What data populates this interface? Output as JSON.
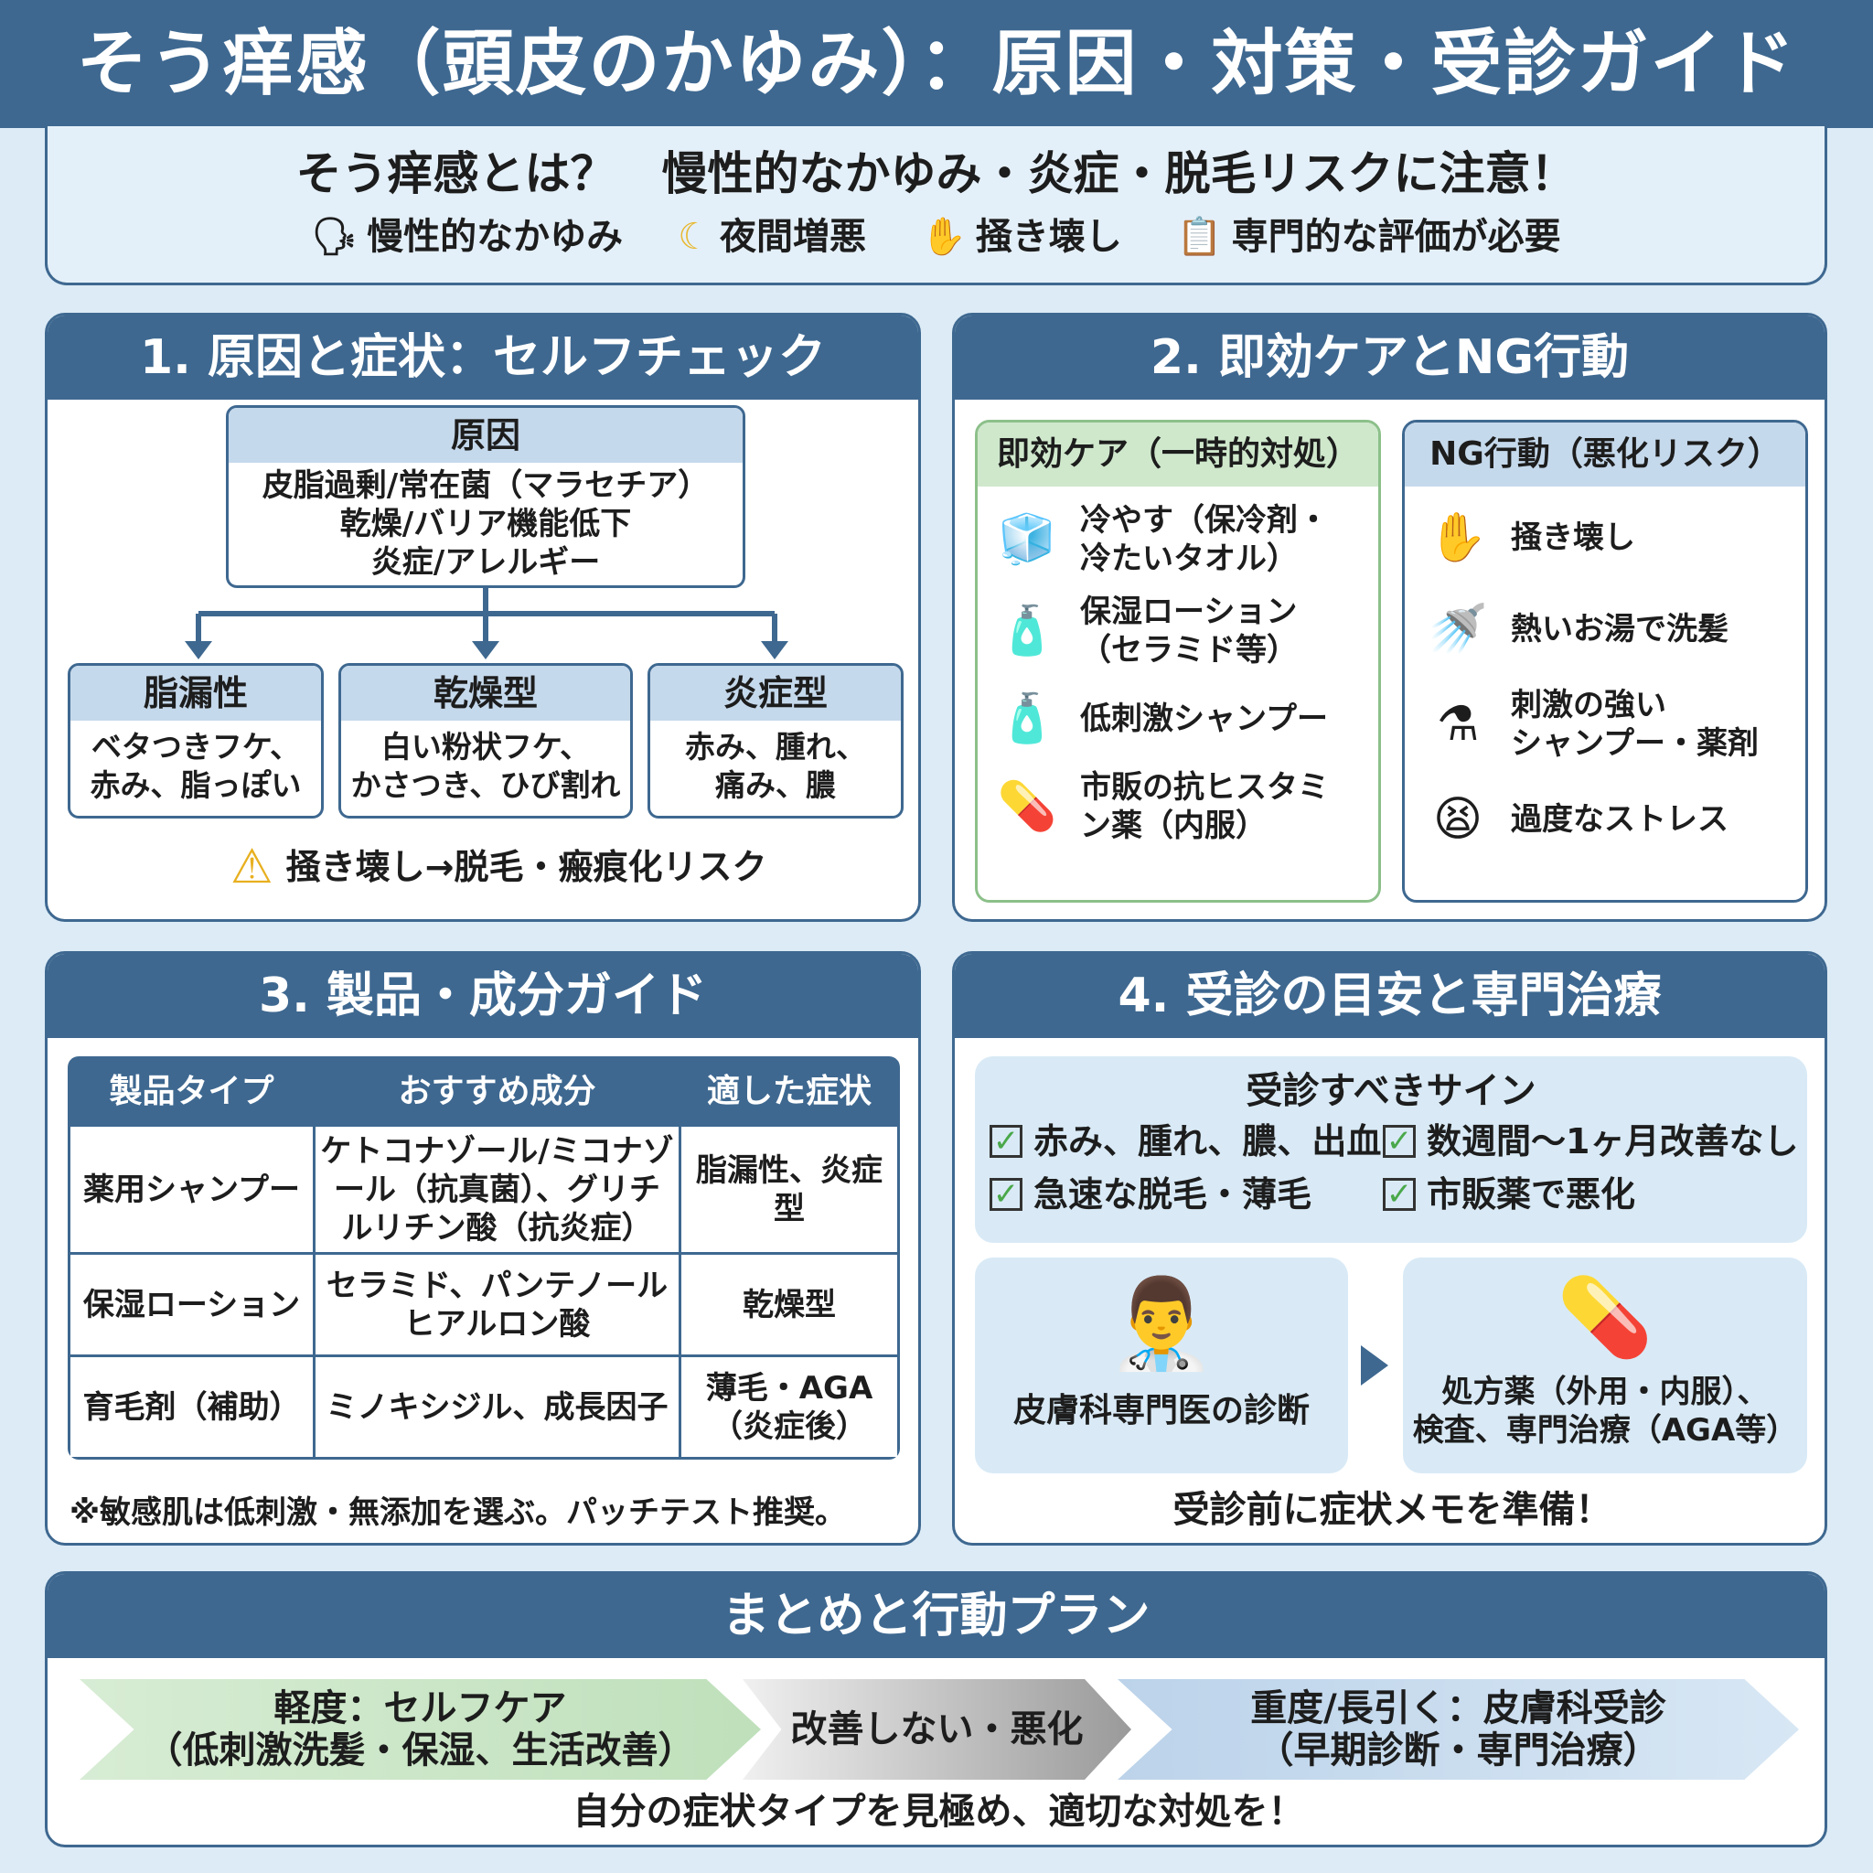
{
  "title": "そう痒感（頭皮のかゆみ）：原因・対策・受診ガイド",
  "intro": {
    "lead": "そう痒感とは？　慢性的なかゆみ・炎症・脱毛リスクに注意！",
    "items": [
      {
        "icon": "face-itch-icon",
        "label": "慢性的なかゆみ"
      },
      {
        "icon": "moon-sleep-icon",
        "label": "夜間増悪"
      },
      {
        "icon": "scratching-hand-icon",
        "label": "掻き壊し"
      },
      {
        "icon": "clipboard-icon",
        "label": "専門的な評価が必要"
      }
    ]
  },
  "s1": {
    "title": "1. 原因と症状：セルフチェック",
    "cause_head": "原因",
    "cause_lines": [
      "皮脂過剰/常在菌（マラセチア）",
      "乾燥/バリア機能低下",
      "炎症/アレルギー"
    ],
    "types": [
      {
        "head": "脂漏性",
        "lines": [
          "ベタつきフケ、",
          "赤み、脂っぽい"
        ]
      },
      {
        "head": "乾燥型",
        "lines": [
          "白い粉状フケ、",
          "かさつき、ひび割れ"
        ]
      },
      {
        "head": "炎症型",
        "lines": [
          "赤み、腫れ、",
          "痛み、膿"
        ]
      }
    ],
    "warning": "掻き壊し→脱毛・瘢痕化リスク"
  },
  "s2": {
    "title": "2. 即効ケアとNG行動",
    "care_head": "即効ケア（一時的対処）",
    "care": [
      {
        "icon": "ice-pack-icon",
        "lines": [
          "冷やす（保冷剤・",
          "冷たいタオル）"
        ]
      },
      {
        "icon": "lotion-bottle-icon",
        "lines": [
          "保湿ローション",
          "（セラミド等）"
        ]
      },
      {
        "icon": "shampoo-bottle-icon",
        "lines": [
          "低刺激シャンプー"
        ]
      },
      {
        "icon": "medicine-bottle-icon",
        "lines": [
          "市販の抗ヒスタミ",
          "ン薬（内服）"
        ]
      }
    ],
    "ng_head": "NG行動（悪化リスク）",
    "ng": [
      {
        "icon": "scratching-hand-icon",
        "lines": [
          "掻き壊し"
        ]
      },
      {
        "icon": "faucet-icon",
        "lines": [
          "熱いお湯で洗髪"
        ]
      },
      {
        "icon": "chemical-icon",
        "lines": [
          "刺激の強い",
          "シャンプー・薬剤"
        ]
      },
      {
        "icon": "stress-icon",
        "lines": [
          "過度なストレス"
        ]
      }
    ]
  },
  "s3": {
    "title": "3. 製品・成分ガイド",
    "headers": [
      "製品タイプ",
      "おすすめ成分",
      "適した症状"
    ],
    "rows": [
      [
        "薬用シャンプー",
        "ケトコナゾール/ミコナゾール（抗真菌）、グリチルリチン酸（抗炎症）",
        "脂漏性、炎症型"
      ],
      [
        "保湿ローション",
        "セラミド、パンテノール ヒアルロン酸",
        "乾燥型"
      ],
      [
        "育毛剤（補助）",
        "ミノキシジル、成長因子",
        "薄毛・AGA（炎症後）"
      ]
    ],
    "note": "※敏感肌は低刺激・無添加を選ぶ。パッチテスト推奨。"
  },
  "s4": {
    "title": "4. 受診の目安と専門治療",
    "signs_head": "受診すべきサイン",
    "signs": [
      "赤み、腫れ、膿、出血",
      "数週間〜1ヶ月改善なし",
      "急速な脱毛・薄毛",
      "市販薬で悪化"
    ],
    "doctor": "皮膚科専門医の診断",
    "treat_lines": [
      "処方薬（外用・内服）、",
      "検査、専門治療（AGA等）"
    ],
    "memo": "受診前に症状メモを準備！"
  },
  "summary": {
    "title": "まとめと行動プラン",
    "mild": [
      "軽度：セルフケア",
      "（低刺激洗髪・保湿、生活改善）"
    ],
    "middle": "改善しない・悪化",
    "severe": [
      "重度/長引く：皮膚科受診",
      "（早期診断・専門治療）"
    ],
    "footer": "自分の症状タイプを見極め、適切な対処を！"
  },
  "colors": {
    "navy": "#3e6890",
    "green": "#cfe8cc",
    "blue": "#c5d9ec"
  }
}
